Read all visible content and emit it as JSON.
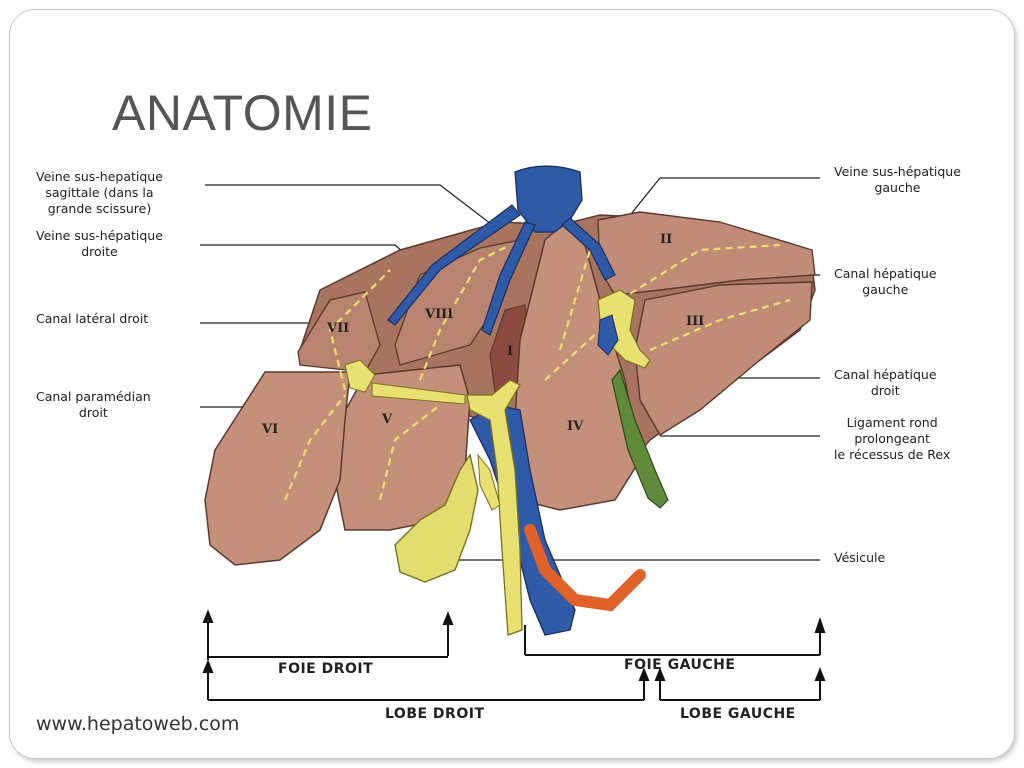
{
  "slide": {
    "title": "ANATOMIE",
    "website": "www.hepatoweb.com"
  },
  "labels": {
    "veine_sagittale": [
      "Veine sus-hepatique",
      "sagittale (dans la",
      "grande scissure)"
    ],
    "veine_droite": [
      "Veine sus-hépatique",
      "droite"
    ],
    "canal_lateral": [
      "Canal latéral droit"
    ],
    "canal_paramedian": [
      "Canal paramédian",
      "droit"
    ],
    "veine_gauche": [
      "Veine sus-hépatique",
      "gauche"
    ],
    "canal_hep_gauche": [
      "Canal hépatique",
      "gauche"
    ],
    "canal_hep_droit": [
      "Canal hépatique",
      "droit"
    ],
    "ligament": [
      "Ligament rond",
      "prolongeant",
      "le récessus de Rex"
    ],
    "vesicule": [
      "Vésicule"
    ]
  },
  "segments": [
    "II",
    "III",
    "IV",
    "I",
    "V",
    "VI",
    "VII",
    "VIII"
  ],
  "brackets": {
    "foie_droit": "FOIE DROIT",
    "foie_gauche": "FOIE GAUCHE",
    "lobe_droit": "LOBE DROIT",
    "lobe_gauche": "LOBE GAUCHE"
  },
  "colors": {
    "liver": "#b8826f",
    "liver_dark": "#8d5a4a",
    "vein": "#2f5aa8",
    "bile": "#e6e070",
    "artery": "#e0612a",
    "ligament": "#5f8a3a"
  }
}
